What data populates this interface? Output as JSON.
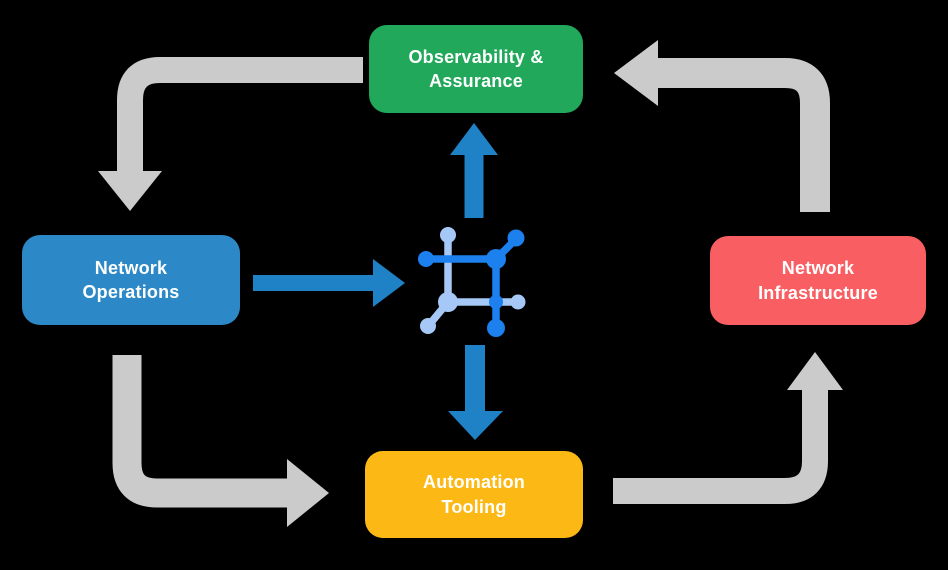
{
  "nodes": {
    "observability": {
      "label": "Observability &\nAssurance",
      "color": "#21A85A"
    },
    "network_operations": {
      "label": "Network\nOperations",
      "color": "#2C88C6"
    },
    "network_infrastructure": {
      "label": "Network\nInfrastructure",
      "color": "#F95F62"
    },
    "automation_tooling": {
      "label": "Automation\nTooling",
      "color": "#FCB915"
    }
  },
  "center_icon": {
    "name": "network-mesh-icon",
    "dark_blue": "#1C80EE",
    "light_blue": "#A6C8F6"
  },
  "flows": [
    {
      "from": "observability",
      "to": "network_operations",
      "style": "gray-cycle"
    },
    {
      "from": "network_operations",
      "to": "automation_tooling",
      "style": "gray-cycle"
    },
    {
      "from": "automation_tooling",
      "to": "network_infrastructure",
      "style": "gray-cycle"
    },
    {
      "from": "network_infrastructure",
      "to": "observability",
      "style": "gray-cycle"
    },
    {
      "from": "network_operations",
      "to": "center_icon",
      "style": "blue-data"
    },
    {
      "from": "center_icon",
      "to": "observability",
      "style": "blue-data"
    },
    {
      "from": "center_icon",
      "to": "automation_tooling",
      "style": "blue-data"
    }
  ],
  "palette": {
    "background": "#000000",
    "cycle_arrow_gray": "#CBCBCB",
    "data_arrow_blue": "#1F81C6",
    "node_text": "#FFFFFF"
  }
}
